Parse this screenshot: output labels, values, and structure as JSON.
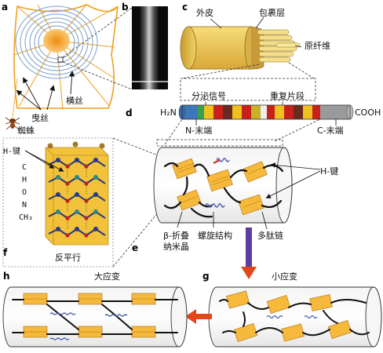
{
  "panels": {
    "a": {
      "letter": "a",
      "labels": {
        "dragline": "曳丝",
        "spiral": "横丝",
        "spider": "蜘蛛"
      }
    },
    "b": {
      "letter": "b"
    },
    "c": {
      "letter": "c",
      "labels": {
        "skin": "外皮",
        "coating": "包裹层",
        "fibril": "原纤维"
      }
    },
    "d": {
      "letter": "d",
      "labels": {
        "secretion": "分泌信号",
        "repeat": "重复片段",
        "h2n": "H₂N",
        "cooh": "COOH",
        "n_term": "N-末端",
        "c_term": "C-末端"
      }
    },
    "e": {
      "letter": "e",
      "labels": {
        "hbond": "H-键",
        "beta": "β-折叠\n纳米晶",
        "helix": "螺旋结构",
        "chain": "多肽链"
      }
    },
    "f": {
      "letter": "f",
      "labels": {
        "hbond": "H-键",
        "antiparallel": "反平行"
      },
      "legend": [
        "C",
        "H",
        "O",
        "N",
        "CH₃"
      ]
    },
    "g": {
      "letter": "g",
      "title": "小应变"
    },
    "h": {
      "letter": "h",
      "title": "大应变"
    }
  },
  "colors": {
    "web_orange": "#f0a020",
    "web_blue": "#7aa0cc",
    "gold": "#e8c44a",
    "gold_dark": "#b8902a",
    "crystal": "#f6b93b",
    "chain": "#111111",
    "helix": "#4a5fa8",
    "arrow_red": "#e2471a",
    "arrow_purple": "#5b3ea0"
  }
}
